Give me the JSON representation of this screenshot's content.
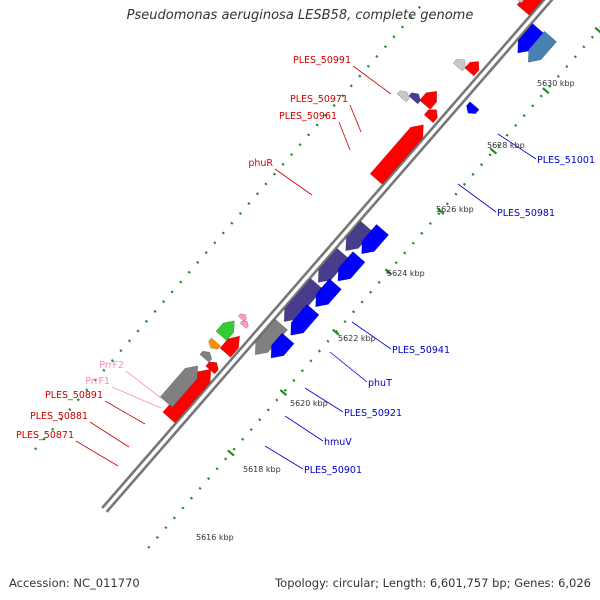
{
  "title": "Pseudomonas aeruginosa LESB58, complete genome",
  "footer": {
    "accession": "Accession: NC_011770",
    "info": "Topology: circular; Length: 6,601,757 bp; Genes: 6,026"
  },
  "colors": {
    "red": "#ff0000",
    "blue": "#0000ff",
    "dark_purple": "#483d8b",
    "steel_blue": "#4682b4",
    "gray": "#808080",
    "light_gray": "#c8c8c8",
    "green": "#33cc33",
    "lime": "#adff2f",
    "orange": "#ff8c00",
    "pink": "#ff99cc",
    "label_red": "#cc0000",
    "label_blue": "#0000cc",
    "label_pink": "#ff88bb",
    "tick_green": "#228b22",
    "backbone": "#777777"
  },
  "scale_labels": [
    "5616 kbp",
    "5618 kbp",
    "5620 kbp",
    "5622 kbp",
    "5624 kbp",
    "5626 kbp",
    "5628 kbp",
    "5630 kbp"
  ],
  "left_labels": [
    {
      "text": "PLES_50991",
      "color": "red"
    },
    {
      "text": "PLES_50971",
      "color": "red"
    },
    {
      "text": "PLES_50961",
      "color": "red"
    },
    {
      "text": "phuR",
      "color": "red"
    },
    {
      "text": "PrrF2",
      "color": "pink"
    },
    {
      "text": "PrrF1",
      "color": "pink"
    },
    {
      "text": "PLES_50891",
      "color": "red"
    },
    {
      "text": "PLES_50881",
      "color": "red"
    },
    {
      "text": "PLES_50871",
      "color": "red"
    }
  ],
  "right_labels": [
    {
      "text": "PLES_51001",
      "color": "blue"
    },
    {
      "text": "PLES_50981",
      "color": "blue"
    },
    {
      "text": "PLES_50941",
      "color": "blue"
    },
    {
      "text": "phuT",
      "color": "blue"
    },
    {
      "text": "PLES_50921",
      "color": "blue"
    },
    {
      "text": "hmuV",
      "color": "blue"
    },
    {
      "text": "PLES_50901",
      "color": "blue"
    }
  ]
}
